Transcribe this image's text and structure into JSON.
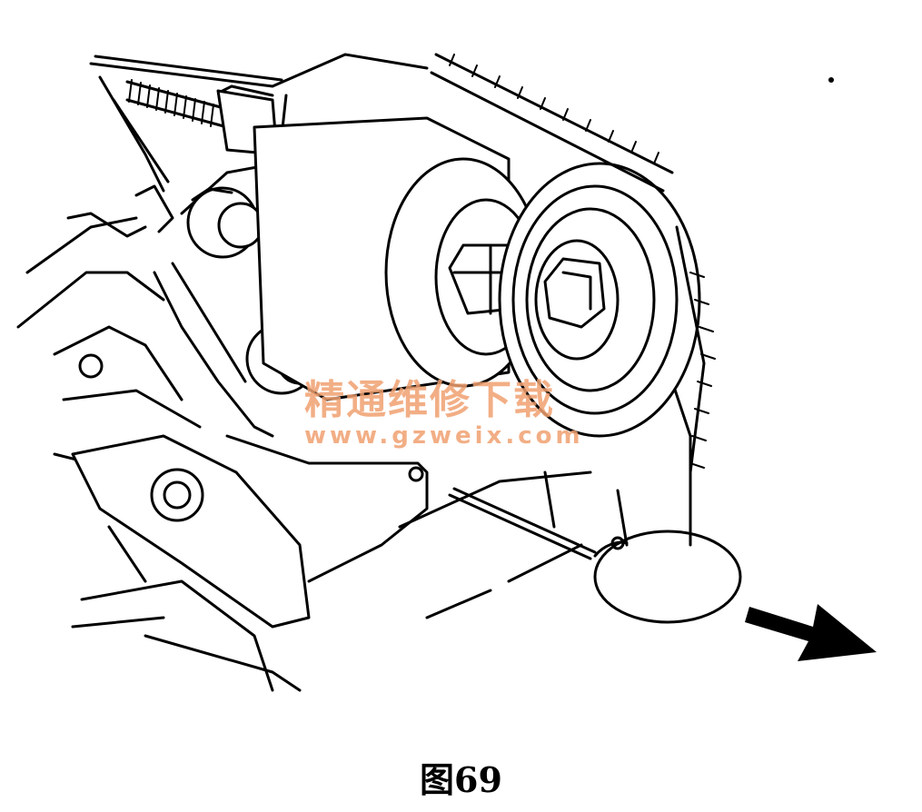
{
  "caption": "图69",
  "watermark": {
    "text_cn": "精通维修下载",
    "url": "www.gzweix.com",
    "color": "#f0a070"
  },
  "direction_arrow": "right-down-arrow-icon"
}
